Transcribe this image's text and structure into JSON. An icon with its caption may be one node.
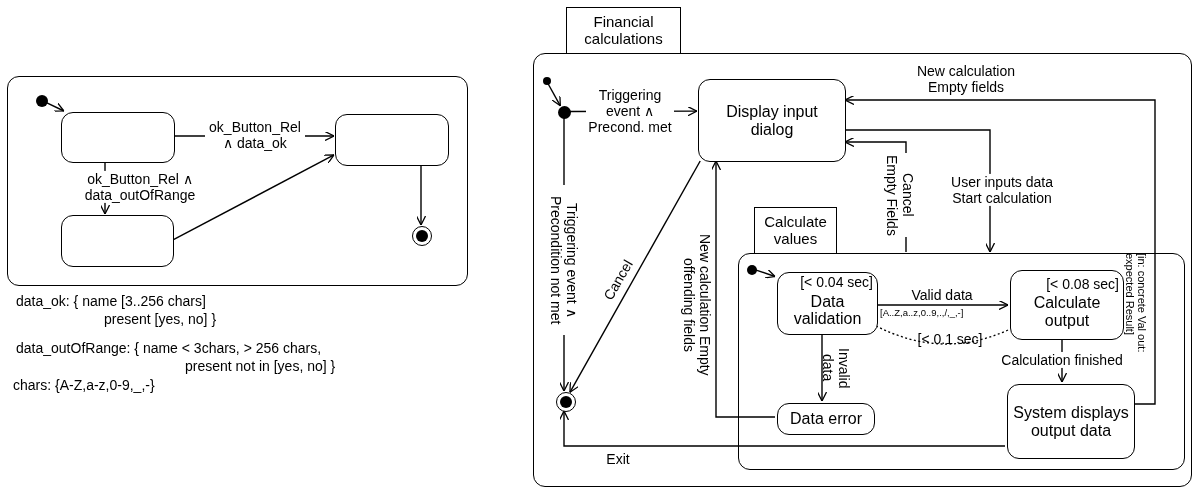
{
  "diagram": {
    "nodes": [
      {
        "text": [],
        "shape": "box"
      },
      {
        "text": [],
        "shape": "circle",
        "in": 0
      },
      {
        "text": [],
        "shape": "box",
        "in": 0
      },
      {
        "text": [],
        "shape": "box",
        "in": 0
      },
      {
        "text": [],
        "shape": "box",
        "in": 0
      },
      {
        "text": [],
        "shape": "circle",
        "in": 0
      },
      {
        "text": [
          "Financial calculations"
        ]
      },
      {
        "text": [],
        "shape": "box"
      },
      {
        "text": [],
        "shape": "circle",
        "in": 7
      },
      {
        "text": [],
        "shape": "circle",
        "in": 7
      },
      {
        "text": [
          "Display input dialog"
        ],
        "in": 7
      },
      {
        "text": [
          "Calculate values"
        ],
        "in": 7
      },
      {
        "text": [],
        "shape": "box",
        "in": 7
      },
      {
        "text": [],
        "shape": "circle",
        "in": 7
      },
      {
        "text": [],
        "shape": "circle",
        "in": 12
      },
      {
        "text": [
          "[< 0.04 sec]",
          "Data validation"
        ],
        "in": 12
      },
      {
        "text": [
          "[< 0.08 sec]",
          "Calculate output"
        ],
        "in": 12
      },
      {
        "text": [
          "Data error"
        ],
        "in": 12
      },
      {
        "text": [
          "System displays output data"
        ],
        "in": 12
      }
    ],
    "edges": [
      {
        "from": 1,
        "to": 2,
        "arrow": "to"
      },
      {
        "from": 2,
        "to": 3,
        "arrow": "to",
        "label": "ok_Button_Rel ∧ data_ok"
      },
      {
        "from": 2,
        "to": 4,
        "arrow": "to",
        "label": "ok_Button_Rel ∧ data_outOfRange"
      },
      {
        "from": 4,
        "to": 3,
        "arrow": "to"
      },
      {
        "from": 3,
        "to": 5,
        "arrow": "to"
      },
      {
        "from": 8,
        "to": 9,
        "arrow": "to"
      },
      {
        "from": 9,
        "to": 10,
        "arrow": "to",
        "label": "Triggering event ∧ Precond. met"
      },
      {
        "from": 9,
        "to": 13,
        "arrow": "to",
        "label": "Triggering event ∧ Precondition not met"
      },
      {
        "from": 10,
        "to": 13,
        "arrow": "to",
        "label": "Cancel"
      },
      {
        "from": 10,
        "to": 12,
        "arrow": "to",
        "label": "User inputs data Start calculation"
      },
      {
        "from": 12,
        "to": 10,
        "arrow": "to",
        "label": "Cancel Empty Fields"
      },
      {
        "from": 18,
        "to": 10,
        "arrow": "to",
        "label": "New calculation Empty fields"
      },
      {
        "from": 17,
        "to": 10,
        "arrow": "to",
        "label": "New calculation Empty offending fields"
      },
      {
        "from": 14,
        "to": 15,
        "arrow": "to"
      },
      {
        "from": 15,
        "to": 16,
        "arrow": "to",
        "label": "Valid data"
      },
      {
        "from": 16,
        "to": 15,
        "arrow": "none",
        "style": "dashed",
        "label": "[< 0.1 sec]"
      },
      {
        "from": 15,
        "to": 17,
        "arrow": "to",
        "label": "Invalid data"
      },
      {
        "from": 16,
        "to": 18,
        "arrow": "to",
        "label": "Calculation finished"
      },
      {
        "from": 18,
        "to": 13,
        "arrow": "to",
        "label": "Exit"
      }
    ],
    "labels": [
      "data_ok: { name [3..256 chars]",
      "present [yes, no] }",
      "data_outOfRange: { name < 3chars, > 256 chars,",
      "present not in [yes, no] }",
      "chars: {A-Z,a-z,0-9,_,-}",
      "[A..Z,a..z,0..9,.,/,_,-]",
      "[in: concrete Val out: expected Result]"
    ]
  }
}
